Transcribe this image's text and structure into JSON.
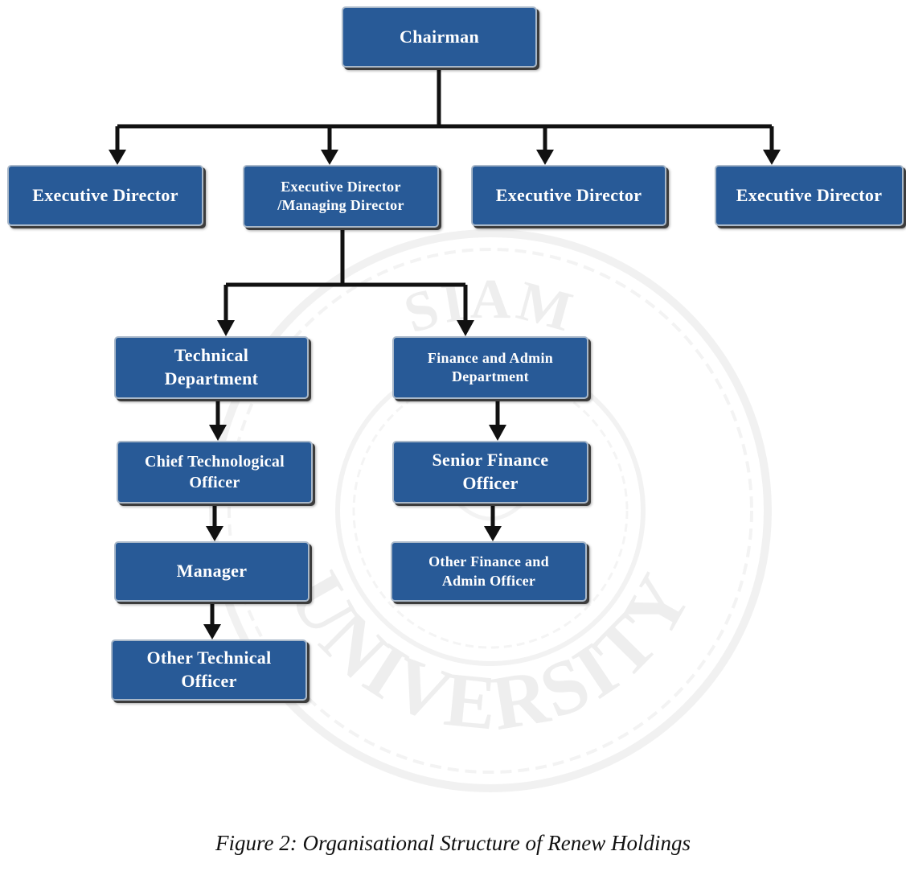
{
  "watermark": {
    "text_bottom": "UNIVERSITY",
    "text_top": "SIAM"
  },
  "nodes": {
    "chairman": "Chairman",
    "exec_director_1": "Executive Director",
    "exec_managing_director": "Executive Director\n/Managing Director",
    "exec_director_3": "Executive Director",
    "exec_director_4": "Executive Director",
    "technical_department": "Technical\nDepartment",
    "finance_admin_department": "Finance and Admin\nDepartment",
    "chief_technological_officer": "Chief Technological\nOfficer",
    "senior_finance_officer": "Senior Finance\nOfficer",
    "manager": "Manager",
    "other_finance_admin_officer": "Other Finance and\nAdmin Officer",
    "other_technical_officer": "Other Technical\nOfficer"
  },
  "caption": "Figure 2: Organisational Structure of Renew Holdings",
  "colors": {
    "box_fill": "#285a97",
    "box_border": "#a9b8c9",
    "connector": "#111111"
  }
}
